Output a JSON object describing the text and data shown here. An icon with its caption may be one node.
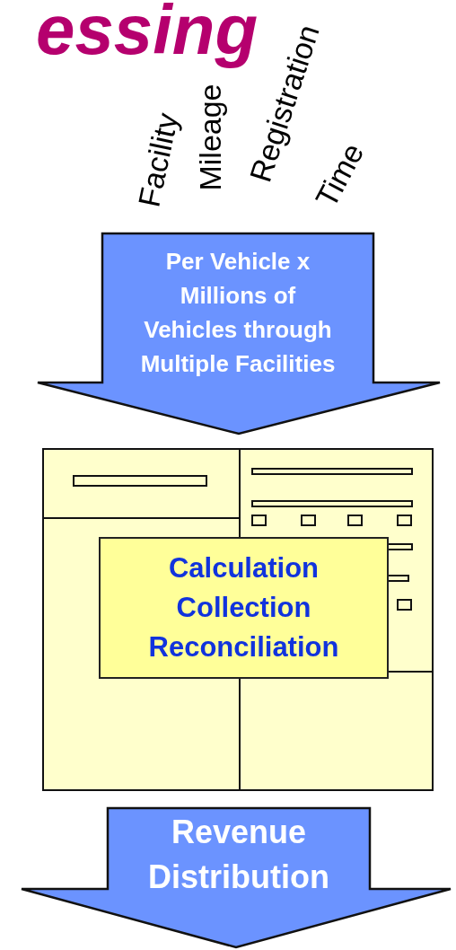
{
  "diagram": {
    "title": "essing",
    "nodes": [
      {
        "text": [
          "Per Vehicle x Millions of Vehicles through Multiple Facilities"
        ]
      },
      {
        "text": [],
        "shape": "picture"
      },
      {
        "text": [
          "Calculation Collection Reconciliation"
        ],
        "in": 1
      },
      {
        "text": [
          "Revenue Distribution"
        ]
      }
    ],
    "labels": [
      "Facility",
      "Mileage",
      "Registration",
      "Time"
    ]
  }
}
